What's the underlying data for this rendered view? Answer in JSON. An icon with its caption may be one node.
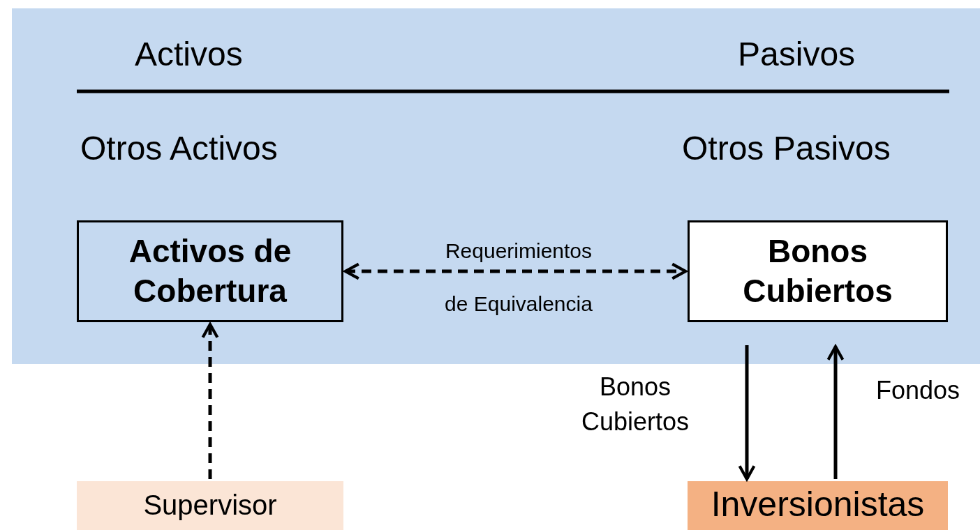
{
  "diagram": {
    "nodes": [
      {
        "text": [
          "Activos",
          "Pasivos",
          "Otros Activos",
          "Otros Pasivos"
        ]
      },
      {
        "text": [
          "Activos de Cobertura"
        ],
        "in": 0
      },
      {
        "text": [
          "Bonos Cubiertos"
        ],
        "in": 0
      },
      {
        "text": [
          "Supervisor"
        ]
      },
      {
        "text": [
          "Inversionistas"
        ]
      }
    ],
    "edges": [
      {
        "from": 1,
        "to": 2,
        "arrow": "both",
        "style": "dashed",
        "label": "Requerimientos de Equivalencia"
      },
      {
        "from": 3,
        "to": 1,
        "arrow": "to",
        "style": "dashed"
      },
      {
        "from": 2,
        "to": 4,
        "arrow": "to",
        "label": "Bonos Cubiertos"
      },
      {
        "from": 4,
        "to": 2,
        "arrow": "to",
        "label": "Fondos"
      }
    ]
  }
}
